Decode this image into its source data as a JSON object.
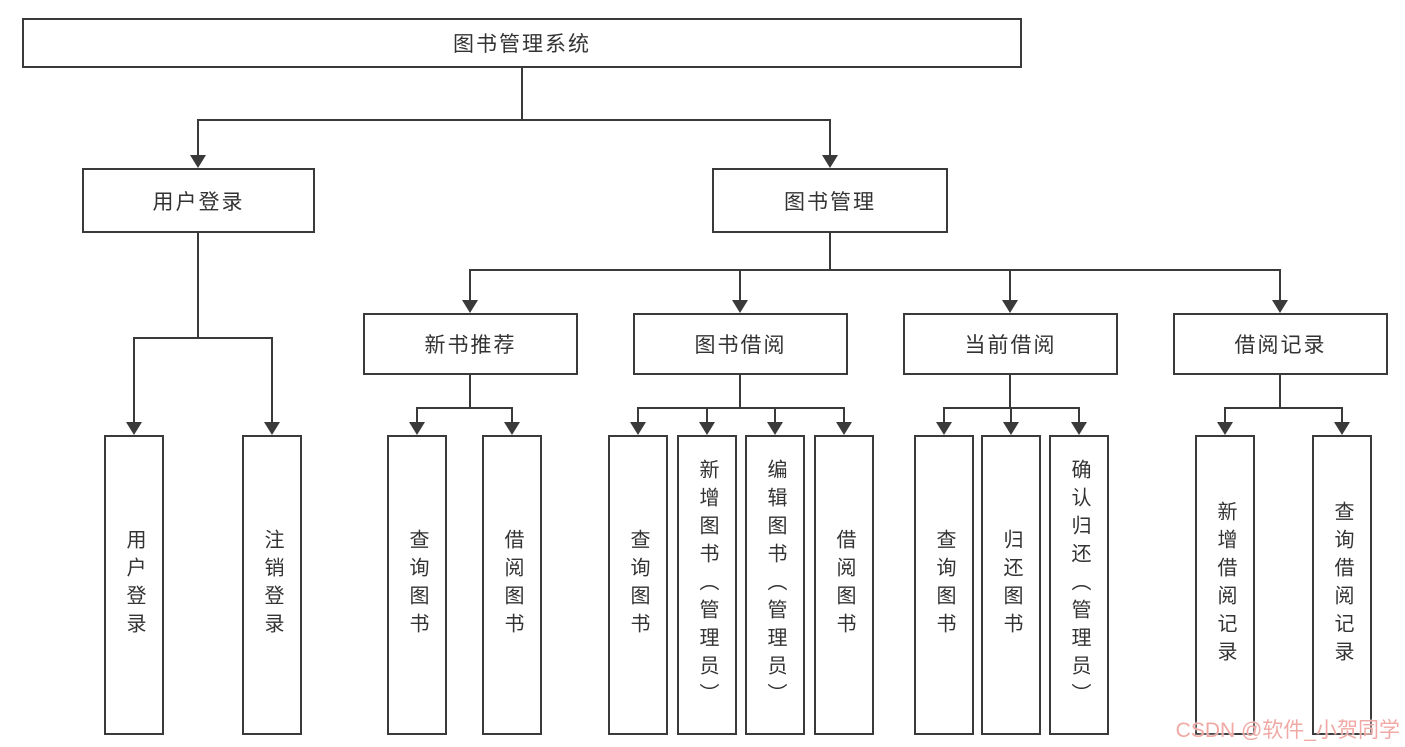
{
  "diagram": {
    "title": "图书管理系统",
    "level2": {
      "user_login": "用户登录",
      "book_management": "图书管理"
    },
    "level3": {
      "new_book_recommend": "新书推荐",
      "book_borrow": "图书借阅",
      "current_borrow": "当前借阅",
      "borrow_record": "借阅记录"
    },
    "leaves": {
      "user_login": [
        "用户登录",
        "注销登录"
      ],
      "new_book_recommend": [
        "查询图书",
        "借阅图书"
      ],
      "book_borrow": [
        "查询图书",
        "新增图书（管理员）",
        "编辑图书（管理员）",
        "借阅图书"
      ],
      "current_borrow": [
        "查询图书",
        "归还图书",
        "确认归还（管理员）"
      ],
      "borrow_record": [
        "新增借阅记录",
        "查询借阅记录"
      ]
    }
  },
  "watermark": "CSDN @软件_小贺同学",
  "colors": {
    "line": "#3a3a3a",
    "box_border": "#3a3a3a",
    "text": "#333333",
    "watermark_pink": "#f0a9a4",
    "background": "#ffffff"
  }
}
